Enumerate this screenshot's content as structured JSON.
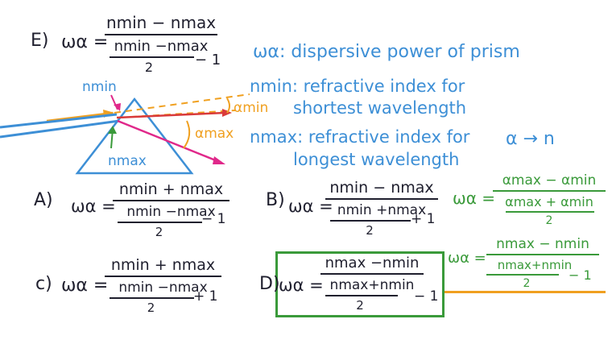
{
  "question_e": {
    "label": "E)",
    "lhs": "ωα =",
    "numerator": "nmin  − nmax",
    "inner_numerator": "nmin −nmax",
    "inner_denominator": "2",
    "trail": "− 1"
  },
  "definitions": {
    "omega_symbol": "ωα",
    "omega_text": ": dispersive power of prism",
    "nmin_symbol": "nmin",
    "nmin_text_line1": ": refractive index for",
    "nmin_text_line2": "shortest wavelength",
    "nmax_symbol": "nmax",
    "nmax_text_line1": ": refractive index for",
    "nmax_text_line2": "longest wavelength",
    "alpha_to_n": "α → n"
  },
  "diagram": {
    "nmin_label": "nmin",
    "nmax_label_left": "nmax",
    "alpha_min_label": "αmin",
    "alpha_max_label": "αmax"
  },
  "option_a": {
    "label": "A)",
    "lhs": "ωα =",
    "numerator": "nmin  + nmax",
    "inner_numerator": "nmin  −nmax",
    "inner_denominator": "2",
    "trail": "− 1"
  },
  "option_b": {
    "label": "B)",
    "lhs": "ωα =",
    "numerator": "nmin  − nmax",
    "inner_numerator": "nmin +nmax",
    "inner_denominator": "2",
    "trail": "+ 1"
  },
  "option_c": {
    "label": "c)",
    "lhs": "ωα =",
    "numerator": "nmin  + nmax",
    "inner_numerator": "nmin −nmax",
    "inner_denominator": "2",
    "trail": "+ 1"
  },
  "option_d": {
    "label": "D)",
    "lhs": "ωα =",
    "numerator": "nmax −nmin",
    "inner_numerator": "nmax+nmin",
    "inner_denominator": "2",
    "trail": "− 1"
  },
  "green_alpha": {
    "lhs": "ωα =",
    "numerator": "αmax − αmin",
    "inner_numerator": "αmax + αmin",
    "inner_denominator": "2"
  },
  "green_n": {
    "lhs": "ωα =",
    "numerator": "nmax − nmin",
    "inner_numerator": "nmax+nmin",
    "inner_denominator": "2",
    "trail": "− 1"
  },
  "colors": {
    "ink": "#1f1f2e",
    "blue": "#3d8fd6",
    "green": "#3a9a3a",
    "orange": "#f0a020",
    "red": "#d93a3a",
    "magenta": "#e0288a"
  }
}
